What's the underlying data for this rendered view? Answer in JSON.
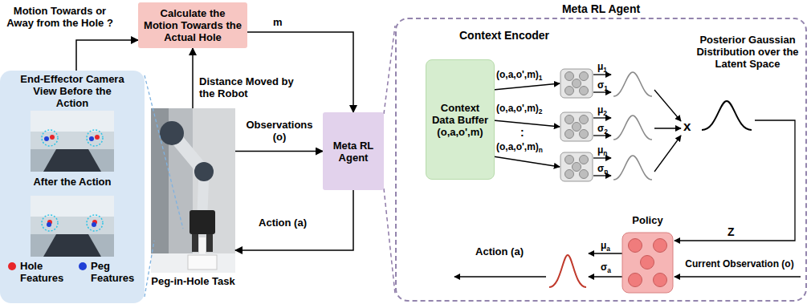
{
  "diagram": {
    "nodes": [
      {
        "text": [
          "End-Effector Camera View Before the Action",
          "After the Action"
        ]
      },
      {
        "text": [
          "Calculate the Motion Towards the Actual Hole"
        ]
      },
      {
        "text": [
          "Peg-in-Hole Task"
        ]
      },
      {
        "text": [
          "Meta RL Agent"
        ]
      },
      {
        "text": [
          "Meta RL Agent"
        ]
      },
      {
        "text": [
          "Context Data Buffer (o,a,o',m)"
        ],
        "in": 4
      },
      {
        "text": [
          "Policy"
        ],
        "in": 4
      }
    ],
    "edges": [
      {
        "from": 0,
        "to": 1,
        "arrow": "to",
        "label": "Motion Towards or Away from the Hole ?"
      },
      {
        "from": 2,
        "to": 1,
        "arrow": "to",
        "label": "Distance Moved by the Robot"
      },
      {
        "from": 1,
        "to": 3,
        "arrow": "to",
        "label": "m"
      },
      {
        "from": 2,
        "to": 3,
        "arrow": "to",
        "label": "Observations (o)"
      },
      {
        "from": 3,
        "to": 2,
        "arrow": "to",
        "label": "Action (a)"
      },
      {
        "from": 3,
        "to": 4,
        "arrow": "none"
      }
    ],
    "labels": [
      "Context Encoder",
      "(o,a,o',m)1",
      "(o,a,o',m)2",
      ":",
      "(o,a,o',m)n",
      "μ1",
      "σ1",
      "μ2",
      "σ2",
      "μn",
      "σn",
      "Posterior Gaussian Distribution over the Latent Space",
      "x",
      "Z",
      "Current Observation (o)",
      "μa",
      "σa",
      "Action (a)"
    ],
    "legend": [
      {
        "text": "Hole Features",
        "color": "#e8262a"
      },
      {
        "text": "Peg Features",
        "color": "#1f3fd6"
      }
    ]
  }
}
